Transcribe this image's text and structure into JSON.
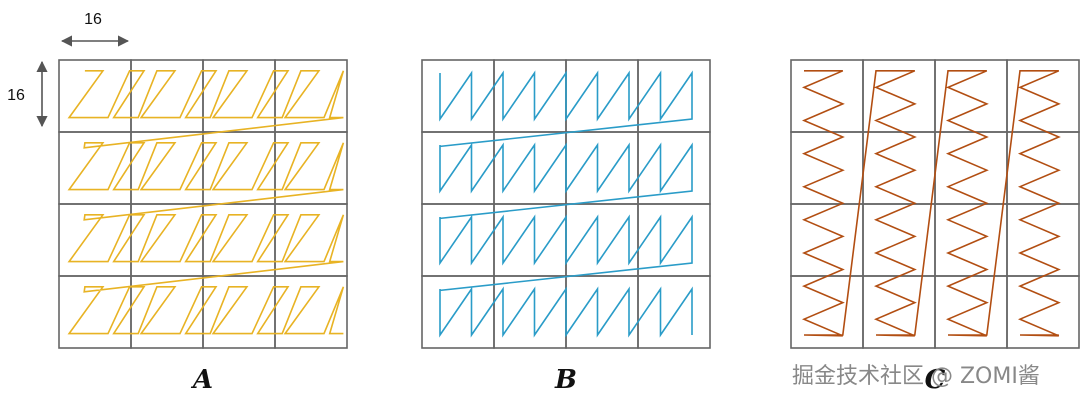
{
  "dimension_labels": {
    "width": "16",
    "height": "16"
  },
  "panels": [
    {
      "label": "A",
      "color": "#e8b324",
      "scan": "z-order"
    },
    {
      "label": "B",
      "color": "#2a9cc8",
      "scan": "row-sawtooth"
    },
    {
      "label": "C",
      "color": "#b24e12",
      "scan": "column-zigzag"
    }
  ],
  "grid": {
    "rows": 4,
    "cols": 4,
    "line_color": "#666666"
  },
  "watermark": "掘金技术社区 @ ZOMI酱"
}
